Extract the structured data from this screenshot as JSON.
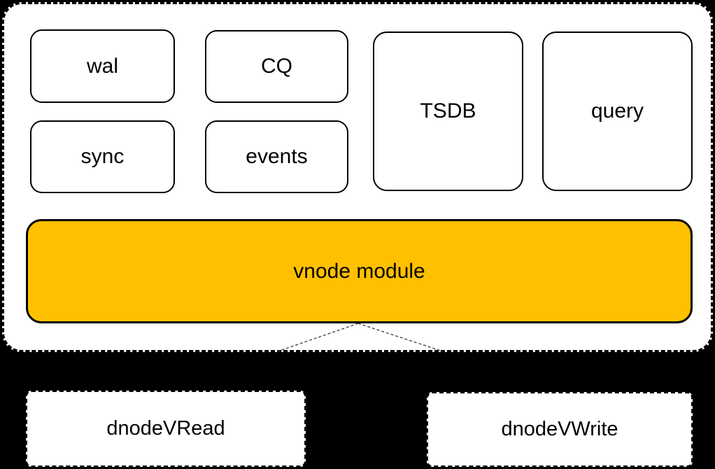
{
  "diagram": {
    "colors": {
      "background": "#000000",
      "box_fill": "#ffffff",
      "box_border": "#000000",
      "accent_fill": "#FFC000",
      "connector": "#3a3a3a"
    },
    "modules": [
      {
        "id": "wal",
        "label": "wal"
      },
      {
        "id": "cq",
        "label": "CQ"
      },
      {
        "id": "sync",
        "label": "sync"
      },
      {
        "id": "events",
        "label": "events"
      },
      {
        "id": "tsdb",
        "label": "TSDB"
      },
      {
        "id": "query",
        "label": "query"
      }
    ],
    "main_module": {
      "label": "vnode module"
    },
    "external_nodes": [
      {
        "id": "dnodeVRead",
        "label": "dnodeVRead"
      },
      {
        "id": "dnodeVWrite",
        "label": "dnodeVWrite"
      }
    ]
  }
}
